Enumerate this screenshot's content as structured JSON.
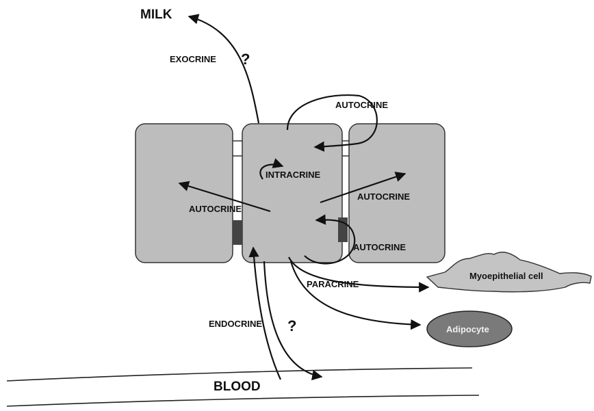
{
  "labels": {
    "milk": "MILK",
    "exocrine": "EXOCRINE",
    "exocrine_q": "?",
    "autocrine_top": "AUTOCRINE",
    "intracrine": "INTRACRINE",
    "autocrine_left": "AUTOCRINE",
    "autocrine_right": "AUTOCRINE",
    "autocrine_lower": "AUTOCRINE",
    "paracrine": "PARACRINE",
    "myoepithelial": "Myoepithelial cell",
    "adipocyte": "Adipocyte",
    "endocrine": "ENDOCRINE",
    "endocrine_q": "?",
    "blood": "BLOOD"
  },
  "colors": {
    "cell_fill": "#bdbdbd",
    "junction_dark": "#444444",
    "adipocyte_fill": "#7a7a7a",
    "myoepithelial_fill": "#c4c4c4"
  }
}
